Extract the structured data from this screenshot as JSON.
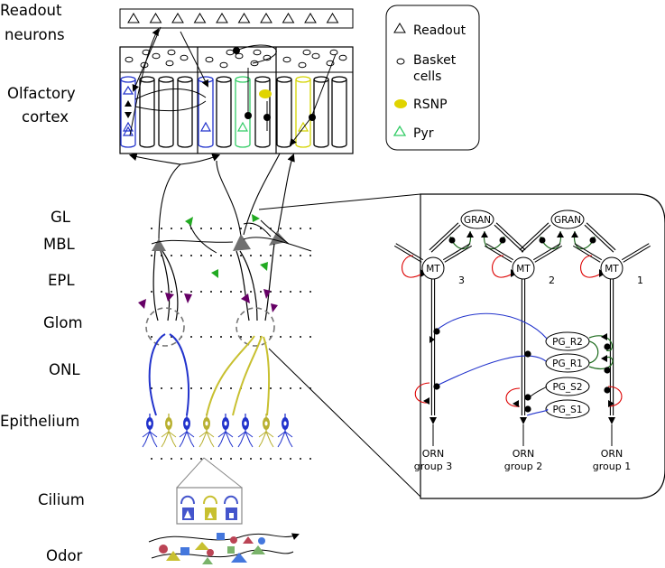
{
  "levels": {
    "readout": [
      "Readout",
      "neurons"
    ],
    "cortex": [
      "Olfactory",
      "cortex"
    ],
    "gl": "GL",
    "mbl": "MBL",
    "epl": "EPL",
    "glom": "Glom",
    "onl": "ONL",
    "epithelium": "Epithelium",
    "cilium": "Cilium",
    "odor": "Odor"
  },
  "legend": {
    "readout": "Readout",
    "basket": [
      "Basket",
      "cells"
    ],
    "rsnp": "RSNP",
    "pyr": "Pyr"
  },
  "inset": {
    "gran": [
      "GRAN",
      "GRAN"
    ],
    "mt": [
      "MT",
      "MT",
      "MT"
    ],
    "mt_numbers": [
      "3",
      "2",
      "1"
    ],
    "pg": [
      "PG_R2",
      "PG_R1",
      "PG_S2",
      "PG_S1"
    ],
    "orn_top": [
      "ORN",
      "ORN",
      "ORN"
    ],
    "orn_groups": [
      "group 3",
      "group 2",
      "group 1"
    ]
  },
  "colors": {
    "blue": "#2233cc",
    "green": "#33cc66",
    "yellow": "#d4d400",
    "olive": "#b8b030",
    "purple": "#660066",
    "grey": "#707070",
    "lightgreen": "#22aa22",
    "red": "#dd0000",
    "darkgreen": "#1d6b1d"
  }
}
